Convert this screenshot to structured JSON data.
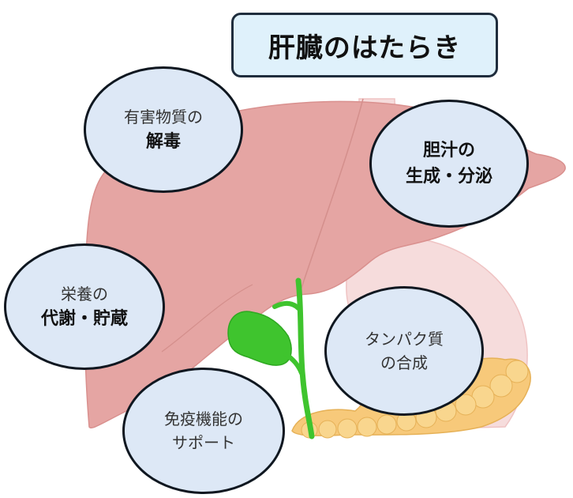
{
  "title": "肝臓のはたらき",
  "bubbles": {
    "detox": {
      "line1": "有害物質の",
      "line2": "解毒"
    },
    "bile": {
      "line1": "胆汁の",
      "line2": "生成・分泌"
    },
    "metabolism": {
      "line1": "栄養の",
      "line2": "代謝・貯蔵"
    },
    "protein": {
      "line1": "タンパク質",
      "line2": "の合成"
    },
    "immune": {
      "line1": "免疫機能の",
      "line2": "サポート"
    }
  },
  "colors": {
    "liver": "#e5a5a3",
    "gallbladder": "#3fc42e",
    "pancreas": "#f7c97a",
    "bubble_fill": "#dde8f6",
    "title_fill": "#dff1fb"
  }
}
